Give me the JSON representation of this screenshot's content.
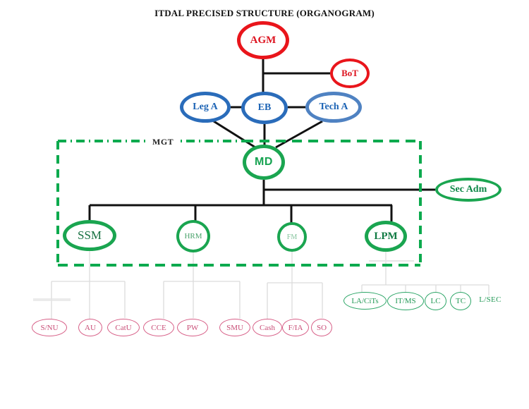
{
  "title": "ITDAL PRECISED STRUCTURE (ORGANOGRAM)",
  "box_label": "MGT",
  "nodes": {
    "agm": "AGM",
    "bot": "BoT",
    "leg_a": "Leg A",
    "eb": "EB",
    "tech_a": "Tech A",
    "md": "MD",
    "sec_adm": "Sec Adm",
    "ssm": "SSM",
    "hrm": "HRM",
    "fm": "FM",
    "lpm": "LPM"
  },
  "green_units": [
    "LA/CiTs",
    "IT/MS",
    "LC",
    "TC"
  ],
  "green_text_unit": "L/SEC",
  "pink_units": [
    "S/NU",
    "AU",
    "CatU",
    "CCE",
    "PW",
    "SMU",
    "Cash",
    "F/IA",
    "SO"
  ],
  "edges": [
    "AGM-EB",
    "AGM-BoT",
    "Leg A-EB",
    "EB-Tech A",
    "Leg A-MD",
    "EB-MD",
    "Tech A-MD",
    "MD-Sec Adm",
    "MD-SSM",
    "MD-HRM",
    "MD-FM",
    "MD-LPM",
    "SSM-(S/NU,AU,CatU)",
    "HRM-(CCE,PW,SMU)",
    "FM-(Cash,F/IA,SO)",
    "LPM-(LA/CiTs,IT/MS,LC,TC,L/SEC)"
  ],
  "colors": {
    "red": "#e9151b",
    "blue": "#2a6cba",
    "green": "#1aa550",
    "dash_green": "#0caa4e",
    "pink": "#d75f87",
    "faint_line": "#dcdcdc",
    "line_black": "#111111"
  }
}
